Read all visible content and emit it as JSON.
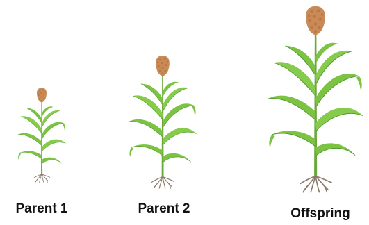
{
  "figure": {
    "plants": [
      {
        "label": "Parent 1"
      },
      {
        "label": "Parent 2"
      },
      {
        "label": "Offspring"
      }
    ]
  },
  "colors": {
    "leaf": "#7cc243",
    "leaf_dark": "#4e9a2a",
    "stem": "#6aa83a",
    "panicle": "#c98a55",
    "panicle_dark": "#a86a3c",
    "roots": "#8a7a68",
    "label_text": "#111111"
  }
}
